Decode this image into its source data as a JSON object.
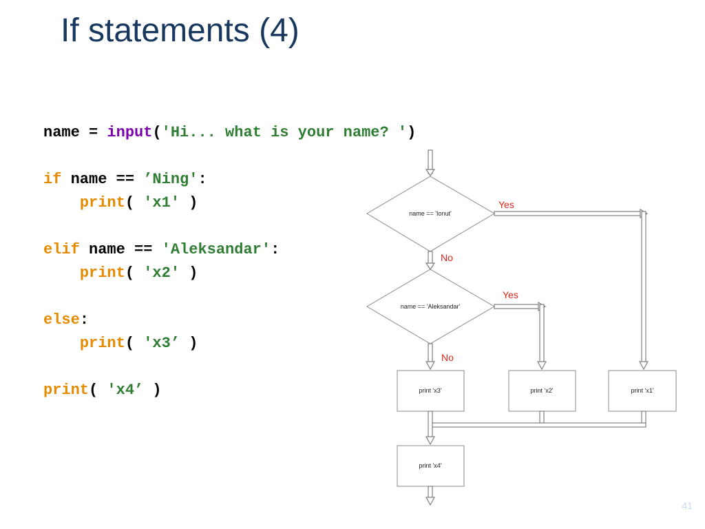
{
  "slide": {
    "title": "If statements (4)",
    "page_number": "41"
  },
  "code": {
    "line1": {
      "var": "name",
      "eq": " = ",
      "fn": "input",
      "open": "(",
      "str": "'Hi... what is your name? '",
      "close": ")"
    },
    "line2": {
      "kw": "if",
      "mid": " name == ",
      "str": "’Ning'",
      "colon": ":"
    },
    "line3": {
      "indent": "    ",
      "fn": "print",
      "open": "( ",
      "str": "'x1'",
      "close": " )"
    },
    "line4": {
      "kw": "elif",
      "mid": " name == ",
      "str": "'Aleksandar'",
      "colon": ":"
    },
    "line5": {
      "indent": "    ",
      "fn": "print",
      "open": "( ",
      "str": "'x2'",
      "close": " )"
    },
    "line6": {
      "kw": "else",
      "colon": ":"
    },
    "line7": {
      "indent": "    ",
      "fn": "print",
      "open": "( ",
      "str": "'x3’",
      "close": " )"
    },
    "line8": {
      "fn": "print",
      "open": "( ",
      "str": "'x4’",
      "close": " )"
    }
  },
  "flowchart": {
    "decision1": "name == 'Ionut'",
    "decision2": "name == 'Aleksandar'",
    "yes1": "Yes",
    "no1": "No",
    "yes2": "Yes",
    "no2": "No",
    "box_x3": "print 'x3'",
    "box_x2": "print 'x2'",
    "box_x1": "print 'x1'",
    "box_x4": "print 'x4'"
  },
  "colors": {
    "title": "#17375e",
    "keyword": "#e68a00",
    "builtin": "#7b00b0",
    "string": "#2e7d32",
    "yes_no_label": "#e0261b"
  }
}
